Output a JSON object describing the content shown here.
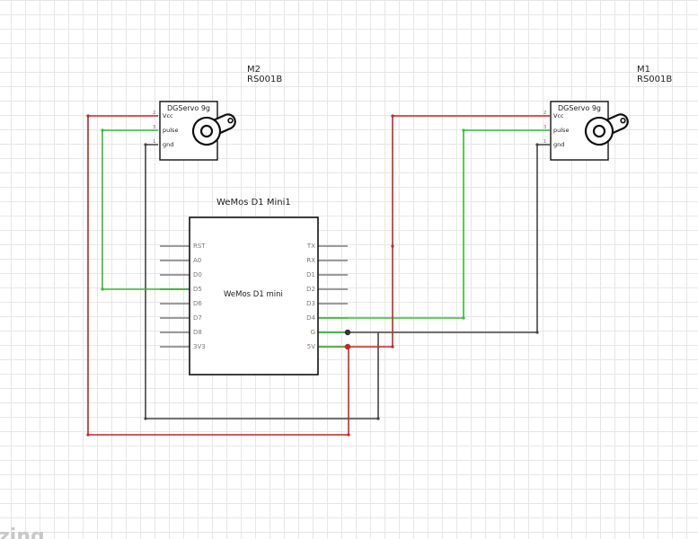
{
  "colors": {
    "vcc": "#cc2222",
    "signal": "#33bb33",
    "ground": "#444444",
    "pin_stub": "#7a7a7a"
  },
  "servo_m2": {
    "ref": "M2",
    "part": "RS001B",
    "title": "DGServo 9g",
    "pins": [
      "Vcc",
      "pulse",
      "gnd"
    ],
    "pin_numbers": [
      "2",
      "3",
      "1"
    ],
    "icon": "servo-horn-icon"
  },
  "servo_m1": {
    "ref": "M1",
    "part": "RS001B",
    "title": "DGServo 9g",
    "pins": [
      "Vcc",
      "pulse",
      "gnd"
    ],
    "pin_numbers": [
      "2",
      "3",
      "1"
    ],
    "icon": "servo-horn-icon"
  },
  "wemos": {
    "ref": "WeMos D1 Mini1",
    "body_label": "WeMos D1 mini",
    "left_pins": [
      "RST",
      "A0",
      "D0",
      "D5",
      "D6",
      "D7",
      "D8",
      "3V3"
    ],
    "right_pins": [
      "TX",
      "RX",
      "D1",
      "D2",
      "D3",
      "D4",
      "G",
      "5V"
    ]
  },
  "watermark": "zing"
}
